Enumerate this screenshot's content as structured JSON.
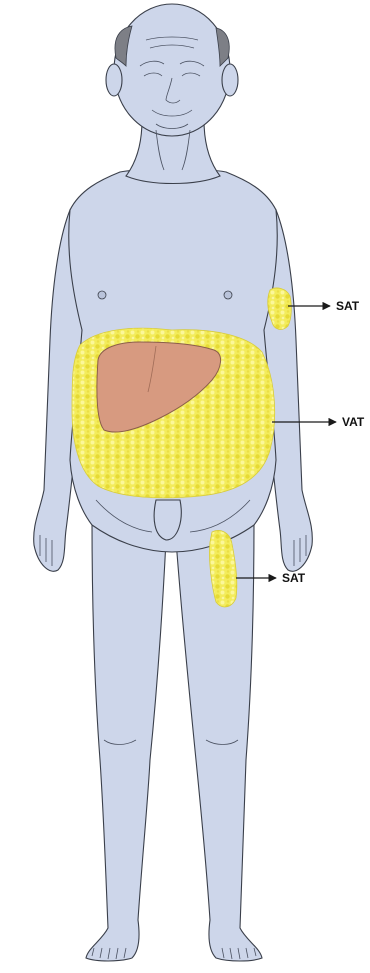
{
  "figure": {
    "labels": {
      "sat_arm": "SAT",
      "vat": "VAT",
      "sat_thigh": "SAT"
    },
    "colors": {
      "skin": "#cdd6ea",
      "hair": "#7d7f86",
      "fat": "#f2ea55",
      "liver": "#d79a80",
      "outline": "#3a3f4a"
    }
  }
}
